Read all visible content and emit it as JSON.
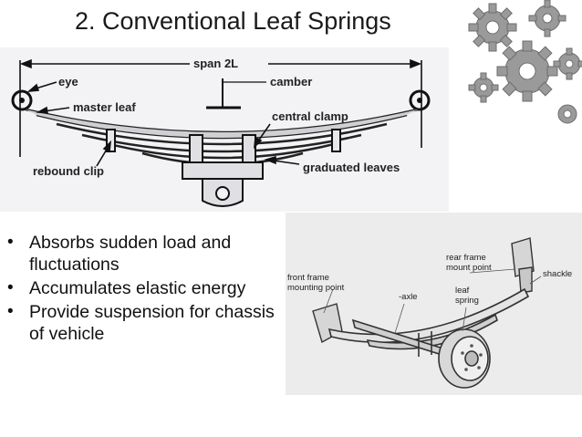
{
  "slide": {
    "title": "2. Conventional Leaf Springs",
    "bullets": [
      {
        "text": "Absorbs sudden load and fluctuations"
      },
      {
        "text": "Accumulates elastic energy"
      },
      {
        "text": "Provide suspension for chassis of vehicle"
      }
    ]
  },
  "diagram_top": {
    "labels": {
      "span": "span 2L",
      "eye": "eye",
      "camber": "camber",
      "master_leaf": "master leaf",
      "central_clamp": "central clamp",
      "rebound_clip": "rebound clip",
      "graduated_leaves": "graduated leaves"
    }
  },
  "diagram_bottom": {
    "labels": {
      "rear_frame_mount_point": [
        "rear frame",
        "mount point"
      ],
      "shackle": "shackle",
      "front_frame_mounting_point": [
        "front frame",
        "mounting point"
      ],
      "axle": "-axle",
      "leaf_spring": [
        "leaf",
        "spring"
      ]
    }
  },
  "colors": {
    "title": "#1a1a1a",
    "diagram_bg": "#f3f3f5",
    "photo_bg": "#ececec",
    "gear": "#8a8a8a"
  }
}
